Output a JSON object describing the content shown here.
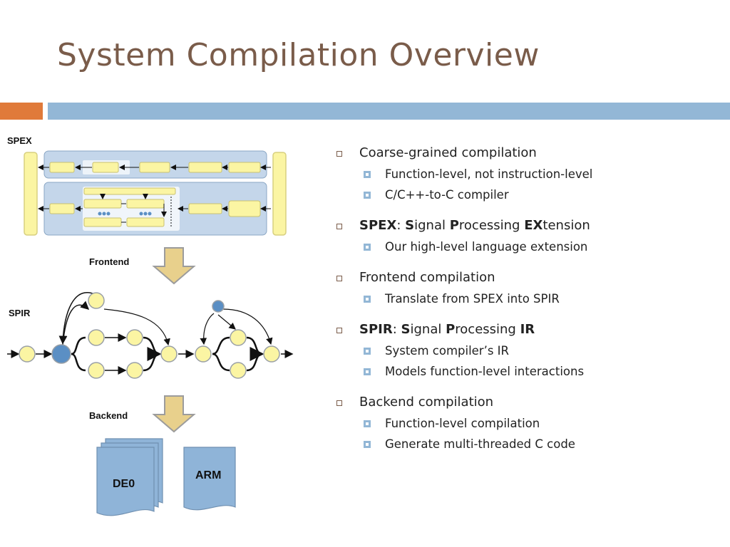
{
  "slide": {
    "title": "System Compilation Overview"
  },
  "diagram": {
    "labels": {
      "spex": "SPEX",
      "frontend": "Frontend",
      "spir": "SPIR",
      "backend": "Backend",
      "de0": "DE0",
      "arm": "ARM"
    },
    "colors": {
      "title": "#7a5c4a",
      "accent_orange": "#e07a3a",
      "accent_blue": "#93b7d6",
      "node_yellow": "#fbf5a3",
      "node_blue": "#5b8fc4",
      "arrow_tan": "#e8d08c",
      "doc_blue": "#8fb4d8"
    }
  },
  "bullets": {
    "b1": {
      "text": "Coarse-grained compilation"
    },
    "b1_sub1": "Function-level, not instruction-level",
    "b1_sub2": "C/C++-to-C compiler",
    "b2": {
      "a": "SPEX",
      "b": ": ",
      "c": "S",
      "d": "ignal ",
      "e": "P",
      "f": "rocessing ",
      "g": "EX",
      "h": "tension"
    },
    "b2_sub1": "Our high-level language extension",
    "b3": {
      "text": "Frontend compilation"
    },
    "b3_sub1": "Translate from SPEX into SPIR",
    "b4": {
      "a": "SPIR",
      "b": ": ",
      "c": "S",
      "d": "ignal ",
      "e": "P",
      "f": "rocessing ",
      "g": "IR"
    },
    "b4_sub1": "System compiler’s IR",
    "b4_sub2": "Models function-level interactions",
    "b5": {
      "text": "Backend compilation"
    },
    "b5_sub1": "Function-level compilation",
    "b5_sub2": "Generate multi-threaded C code"
  }
}
